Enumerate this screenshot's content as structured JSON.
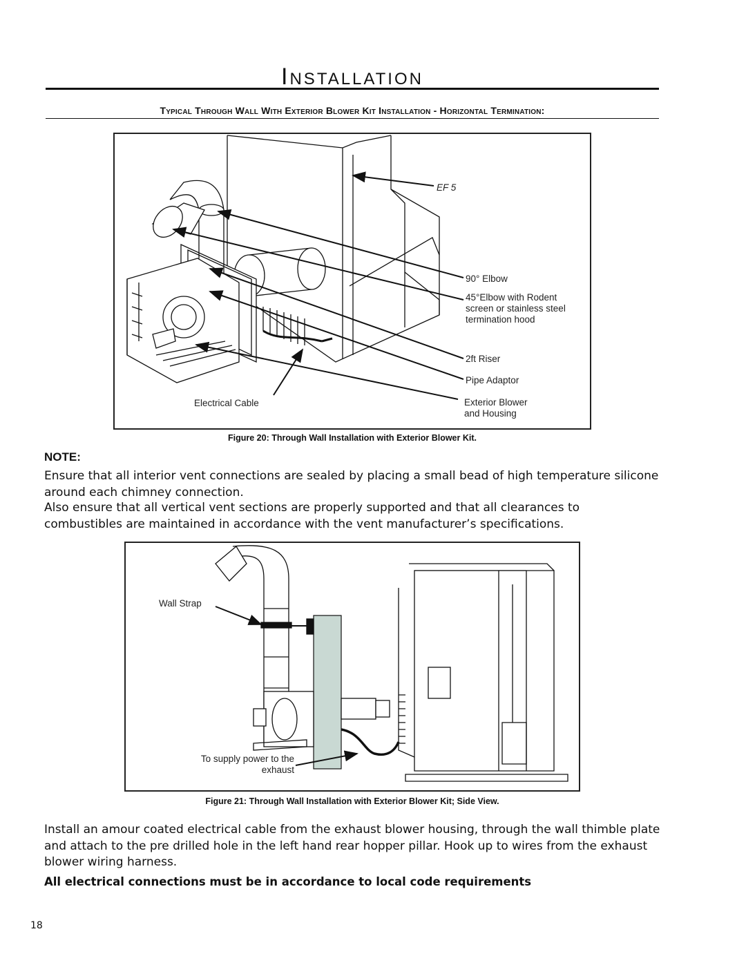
{
  "page": {
    "title": "Installation",
    "section_heading": "Typical Through Wall With Exterior Blower Kit Installation - Horizontal Termination:",
    "page_number": "18"
  },
  "figure20": {
    "callouts": {
      "ef5": "EF 5",
      "elbow90": "90° Elbow",
      "elbow45": "45°Elbow with Rodent screen or stainless steel termination hood",
      "riser": "2ft Riser",
      "pipe_adaptor": "Pipe Adaptor",
      "exterior_blower": "Exterior Blower and Housing",
      "electrical_cable": "Electrical Cable"
    },
    "caption": "Figure 20: Through Wall Installation with Exterior Blower Kit."
  },
  "note": {
    "label": "NOTE:",
    "paragraph1": "Ensure that all interior vent connections are sealed by placing a small bead of high temperature silicone around each chimney connection.",
    "paragraph2": "Also ensure that all vertical vent sections are properly supported and that all clearances to combustibles are maintained in accordance with the vent manufacturer’s specifications."
  },
  "figure21": {
    "callouts": {
      "wall_strap": "Wall Strap",
      "supply_power": "To supply power to the exhaust"
    },
    "caption": "Figure 21: Through Wall Installation with Exterior Blower Kit; Side View."
  },
  "body": {
    "paragraph3": "Install an amour coated electrical cable from the exhaust blower housing, through the wall thimble plate and attach to the pre drilled hole in the left hand rear hopper pillar. Hook up to wires from the exhaust blower wiring harness.",
    "bold_statement": "All electrical connections must be in accordance to local code requirements"
  }
}
